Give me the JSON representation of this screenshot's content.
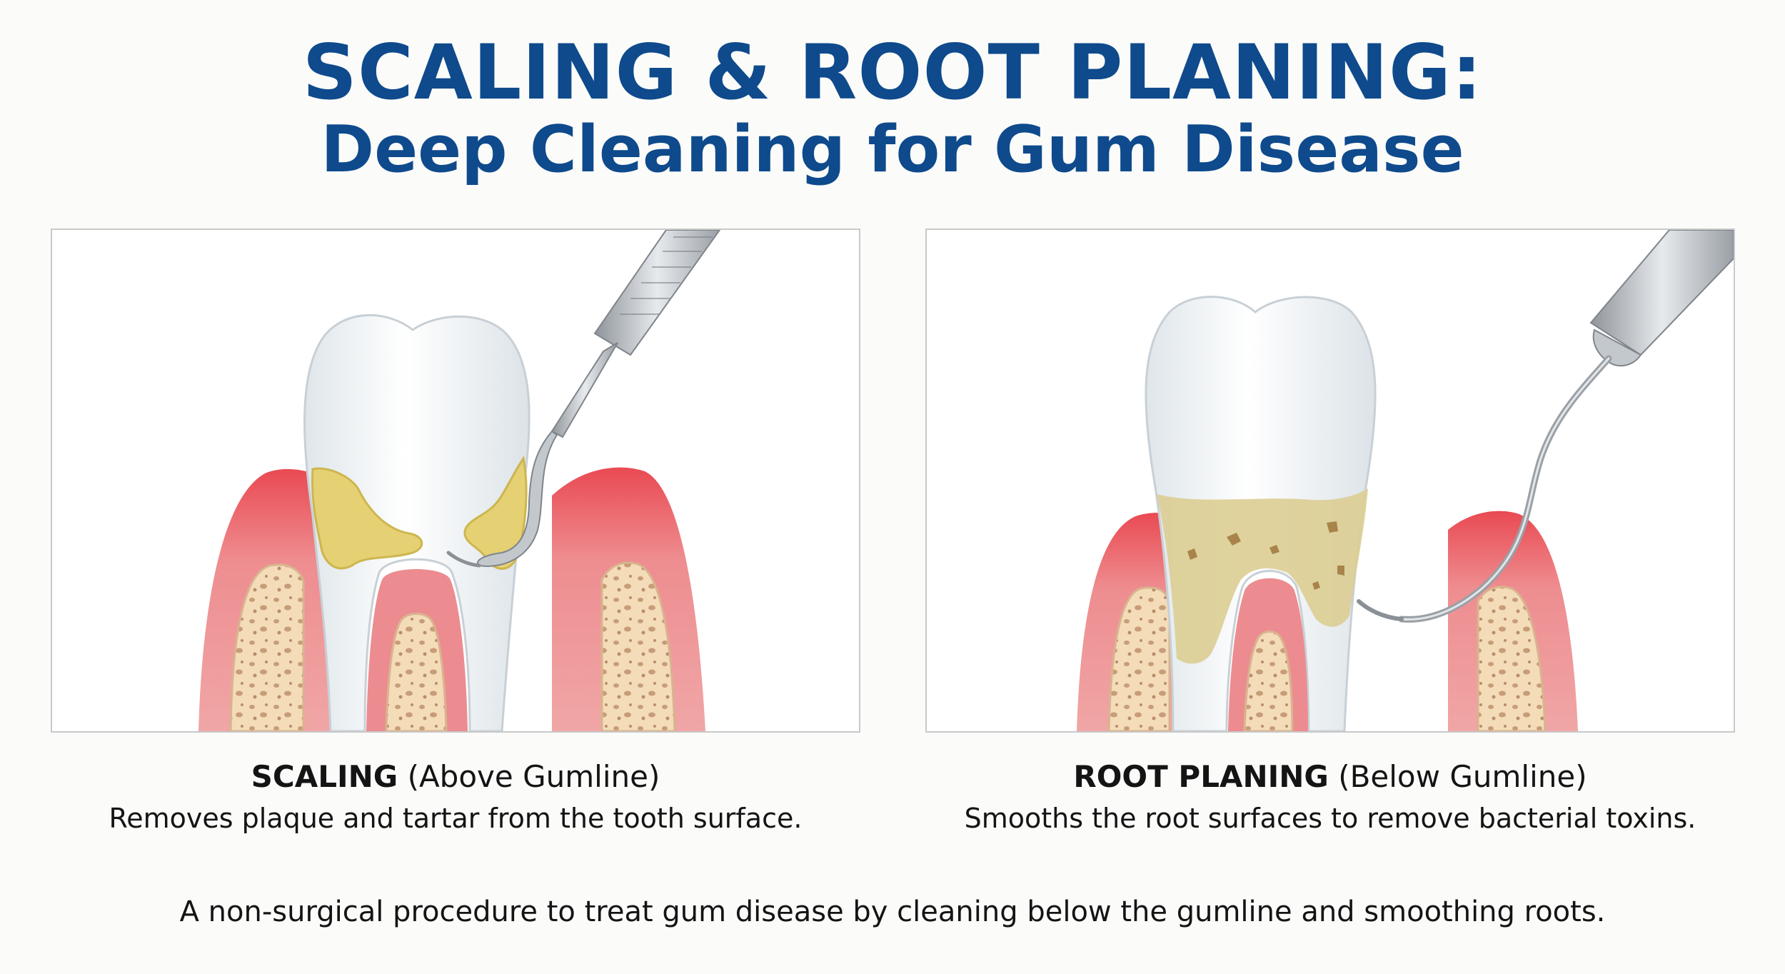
{
  "header": {
    "title": "SCALING & ROOT PLANING:",
    "subtitle": "Deep Cleaning for Gum Disease"
  },
  "panels": [
    {
      "heading_bold": "SCALING",
      "heading_rest": " (Above Gumline)",
      "description": "Removes plaque and tartar from the tooth surface."
    },
    {
      "heading_bold": "ROOT PLANING",
      "heading_rest": " (Below Gumline)",
      "description": "Smooths the root surfaces to remove bacterial toxins."
    }
  ],
  "footer": {
    "text": "A non-surgical procedure to treat gum disease by cleaning below the gumline and smoothing roots."
  },
  "colors": {
    "title": "#0e4a8c",
    "gum": "#e9858a",
    "gum_inflamed": "#e53b45",
    "bone": "#f3d9b5",
    "enamel": "#ffffff",
    "tartar": "#e6d36e",
    "root_deposit": "#d9ca8f",
    "instrument": "#b7bcc1"
  }
}
